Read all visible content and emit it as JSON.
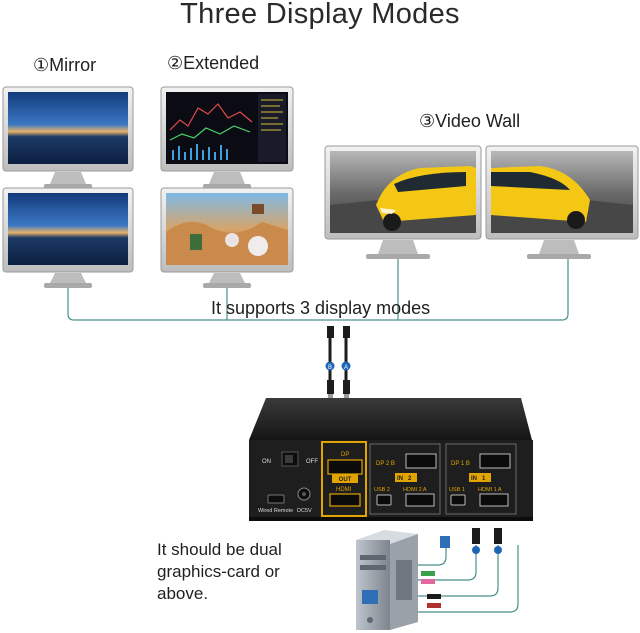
{
  "title": "Three Display Modes",
  "modes": [
    {
      "label": "①Mirror"
    },
    {
      "label": "②Extended"
    },
    {
      "label": "③Video Wall"
    }
  ],
  "support_text": "It supports 3 display modes",
  "dual_note": [
    "It should be dual",
    "graphics-card or",
    "above."
  ],
  "device": {
    "switch_on": "ON",
    "switch_off": "OFF",
    "dp_b": "DP",
    "out": "OUT",
    "hdmi_a": "HDMI",
    "wired_remote": "Wired Remote",
    "dc5v": "DC5V",
    "in2_label": "IN",
    "in2_num": "2",
    "in1_label": "IN",
    "in1_num": "1",
    "dp2_text": "DP 2 B",
    "dp1_text": "DP 1 B",
    "usb2_text": "USB 2",
    "usb1_text": "USB 1",
    "hdmi2_text": "HDMI 2 A",
    "hdmi1_text": "HDMI 1 A"
  },
  "cable_tags": {
    "b": "B",
    "a": "A"
  },
  "colors": {
    "accent": "#e2a400",
    "cable_line": "#4a8f8a",
    "device_body": "#1e1e1e"
  }
}
